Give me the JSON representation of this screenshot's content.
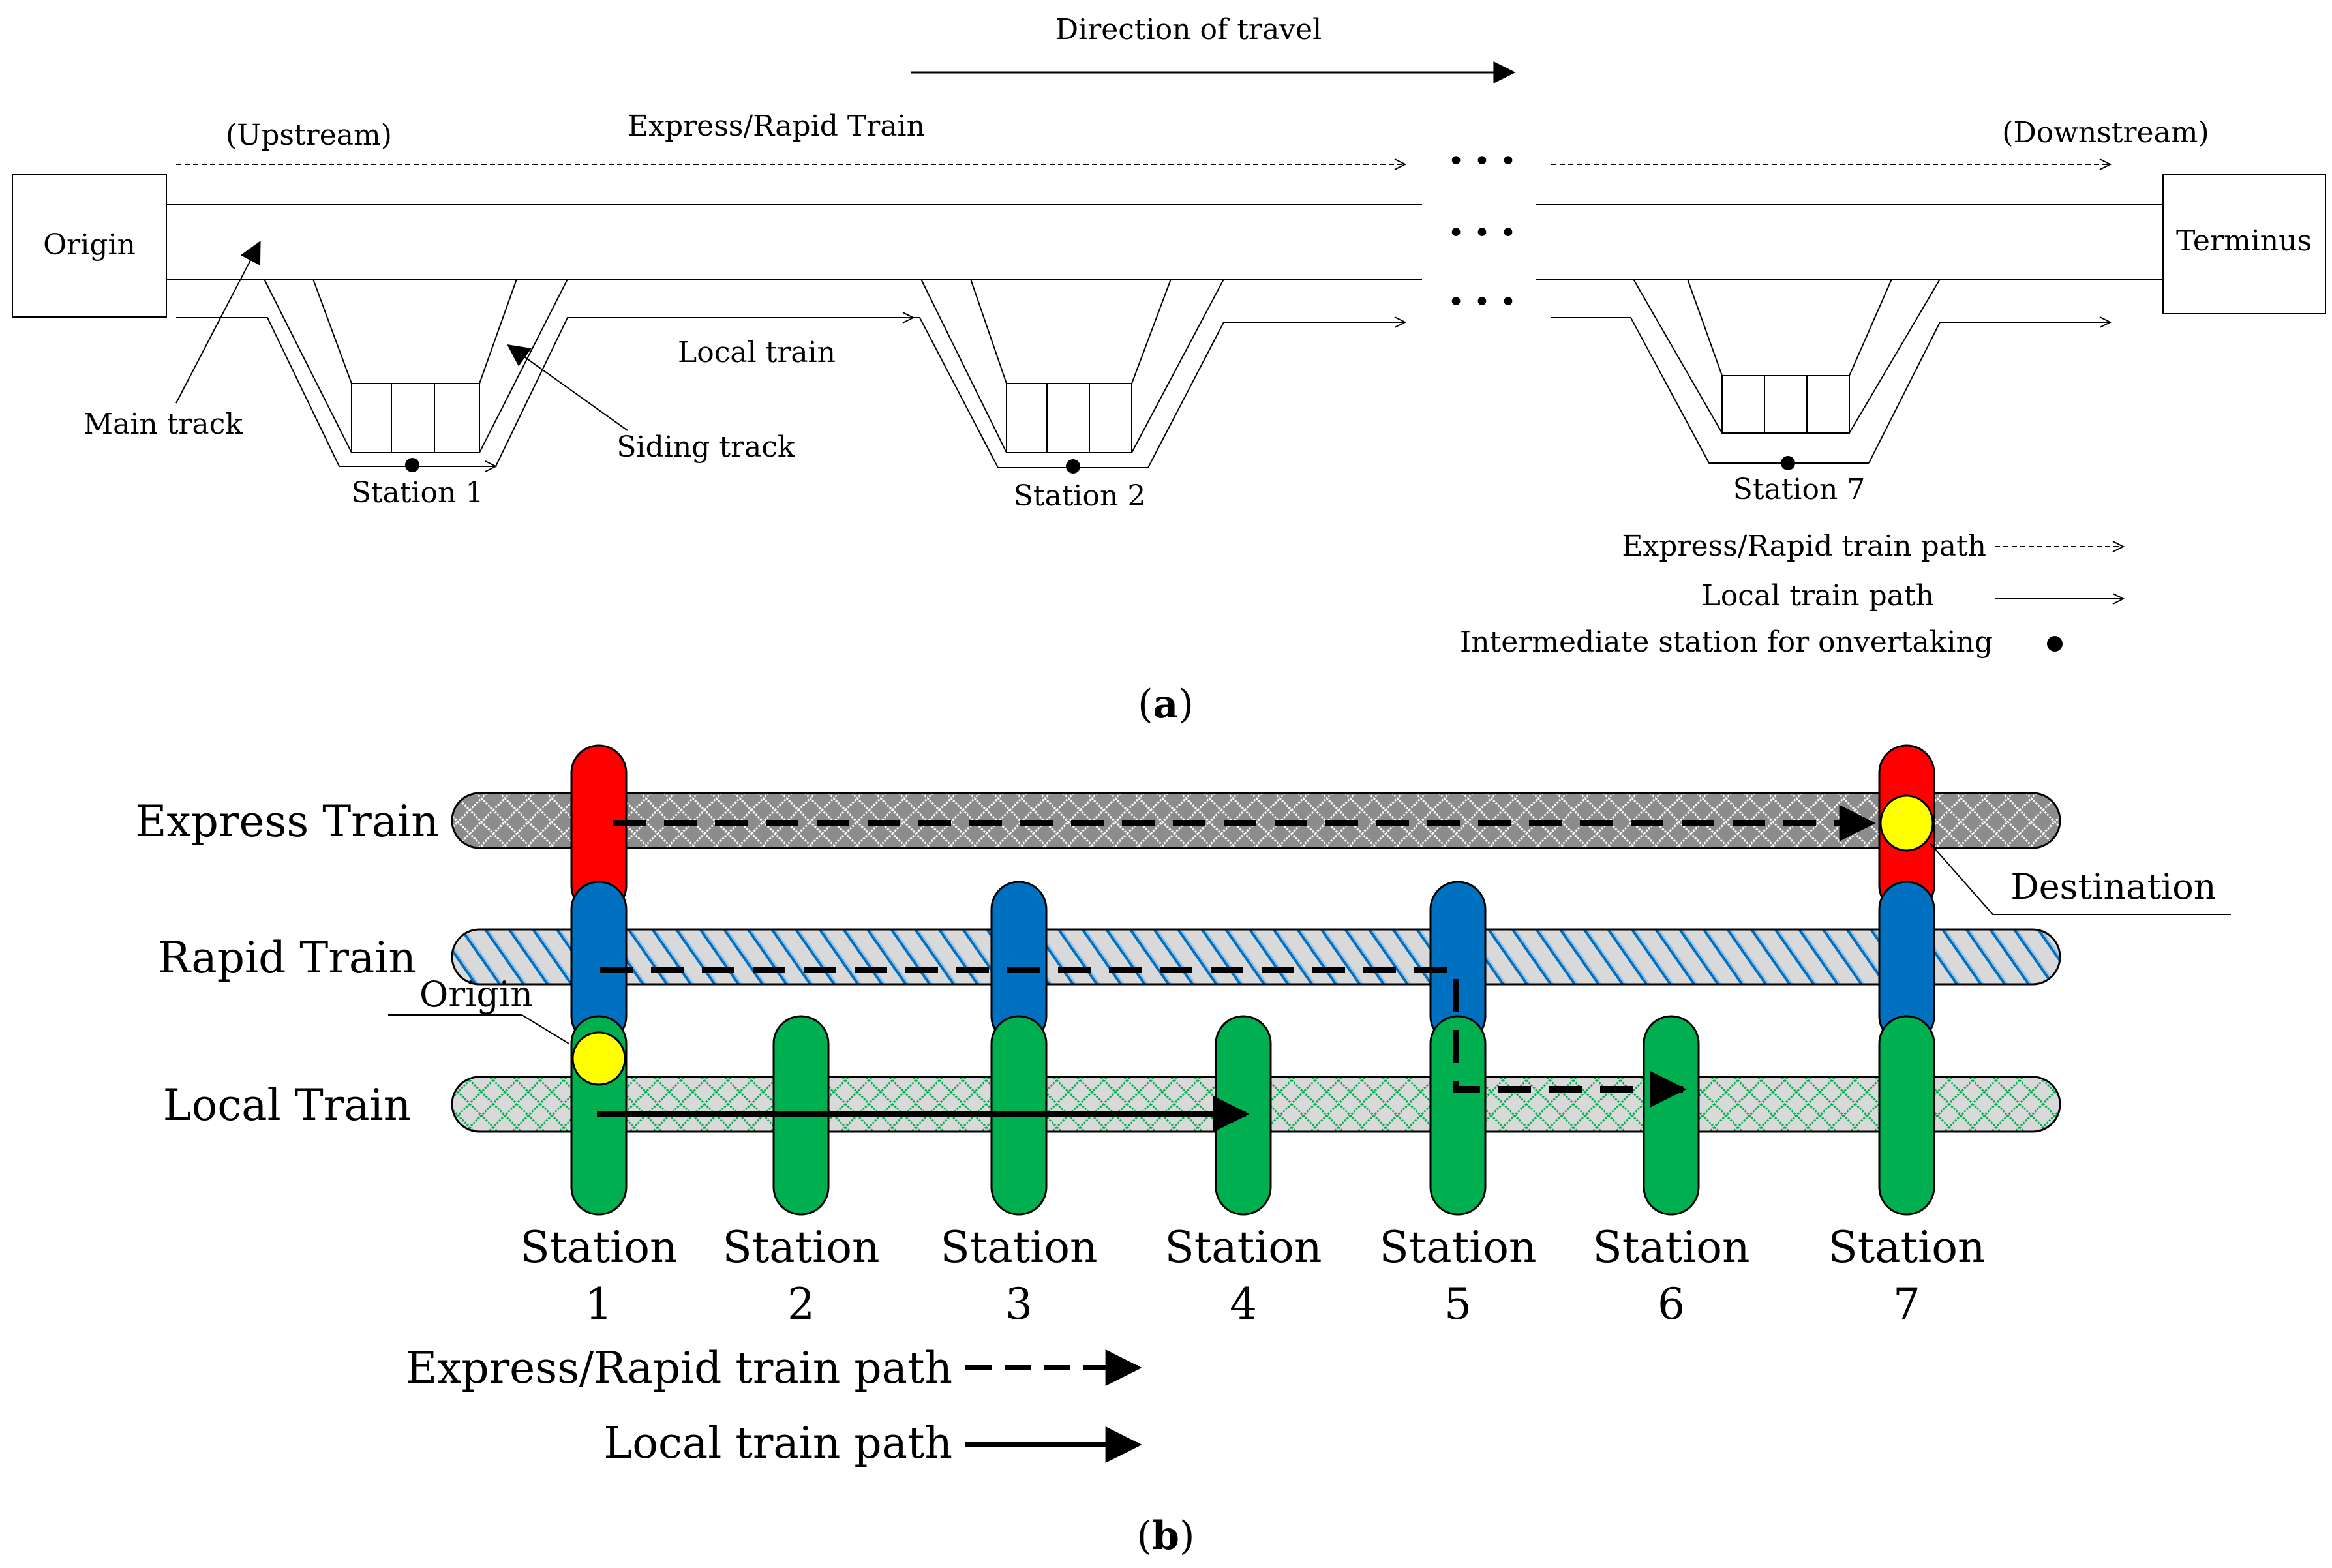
{
  "panel_a": {
    "direction_label": "Direction of travel",
    "upstream_label": "(Upstream)",
    "downstream_label": "(Downstream)",
    "express_rapid_label": "Express/Rapid Train",
    "local_label": "Local train",
    "origin_label": "Origin",
    "terminus_label": "Terminus",
    "main_track_label": "Main track",
    "siding_track_label": "Siding track",
    "stations": [
      "Station 1",
      "Station 2",
      "Station 7"
    ],
    "ellipsis": "• • •",
    "legend": {
      "express_rapid_path": "Express/Rapid train path",
      "local_path": "Local train path",
      "intermediate_station": "Intermediate station for onvertaking"
    },
    "caption": "(a)"
  },
  "panel_b": {
    "rows": [
      {
        "label": "Express Train",
        "pattern": "express"
      },
      {
        "label": "Rapid Train",
        "pattern": "rapid"
      },
      {
        "label": "Local Train",
        "pattern": "local"
      }
    ],
    "stations": [
      {
        "word": "Station",
        "num": "1",
        "stops": [
          "express",
          "rapid",
          "local"
        ]
      },
      {
        "word": "Station",
        "num": "2",
        "stops": [
          "local"
        ]
      },
      {
        "word": "Station",
        "num": "3",
        "stops": [
          "rapid",
          "local"
        ]
      },
      {
        "word": "Station",
        "num": "4",
        "stops": [
          "local"
        ]
      },
      {
        "word": "Station",
        "num": "5",
        "stops": [
          "rapid",
          "local"
        ]
      },
      {
        "word": "Station",
        "num": "6",
        "stops": [
          "local"
        ]
      },
      {
        "word": "Station",
        "num": "7",
        "stops": [
          "express",
          "rapid",
          "local"
        ]
      }
    ],
    "origin_label": "Origin",
    "destination_label": "Destination",
    "legend": {
      "express_rapid_path": "Express/Rapid train path",
      "local_path": "Local train path"
    },
    "caption": "(b)",
    "colors": {
      "express": "#FF0000",
      "rapid": "#0070C0",
      "local": "#00B050",
      "marker": "#FFFF00",
      "express_bar": "#8C8C8C",
      "bar_light": "#D9D9D9"
    }
  }
}
